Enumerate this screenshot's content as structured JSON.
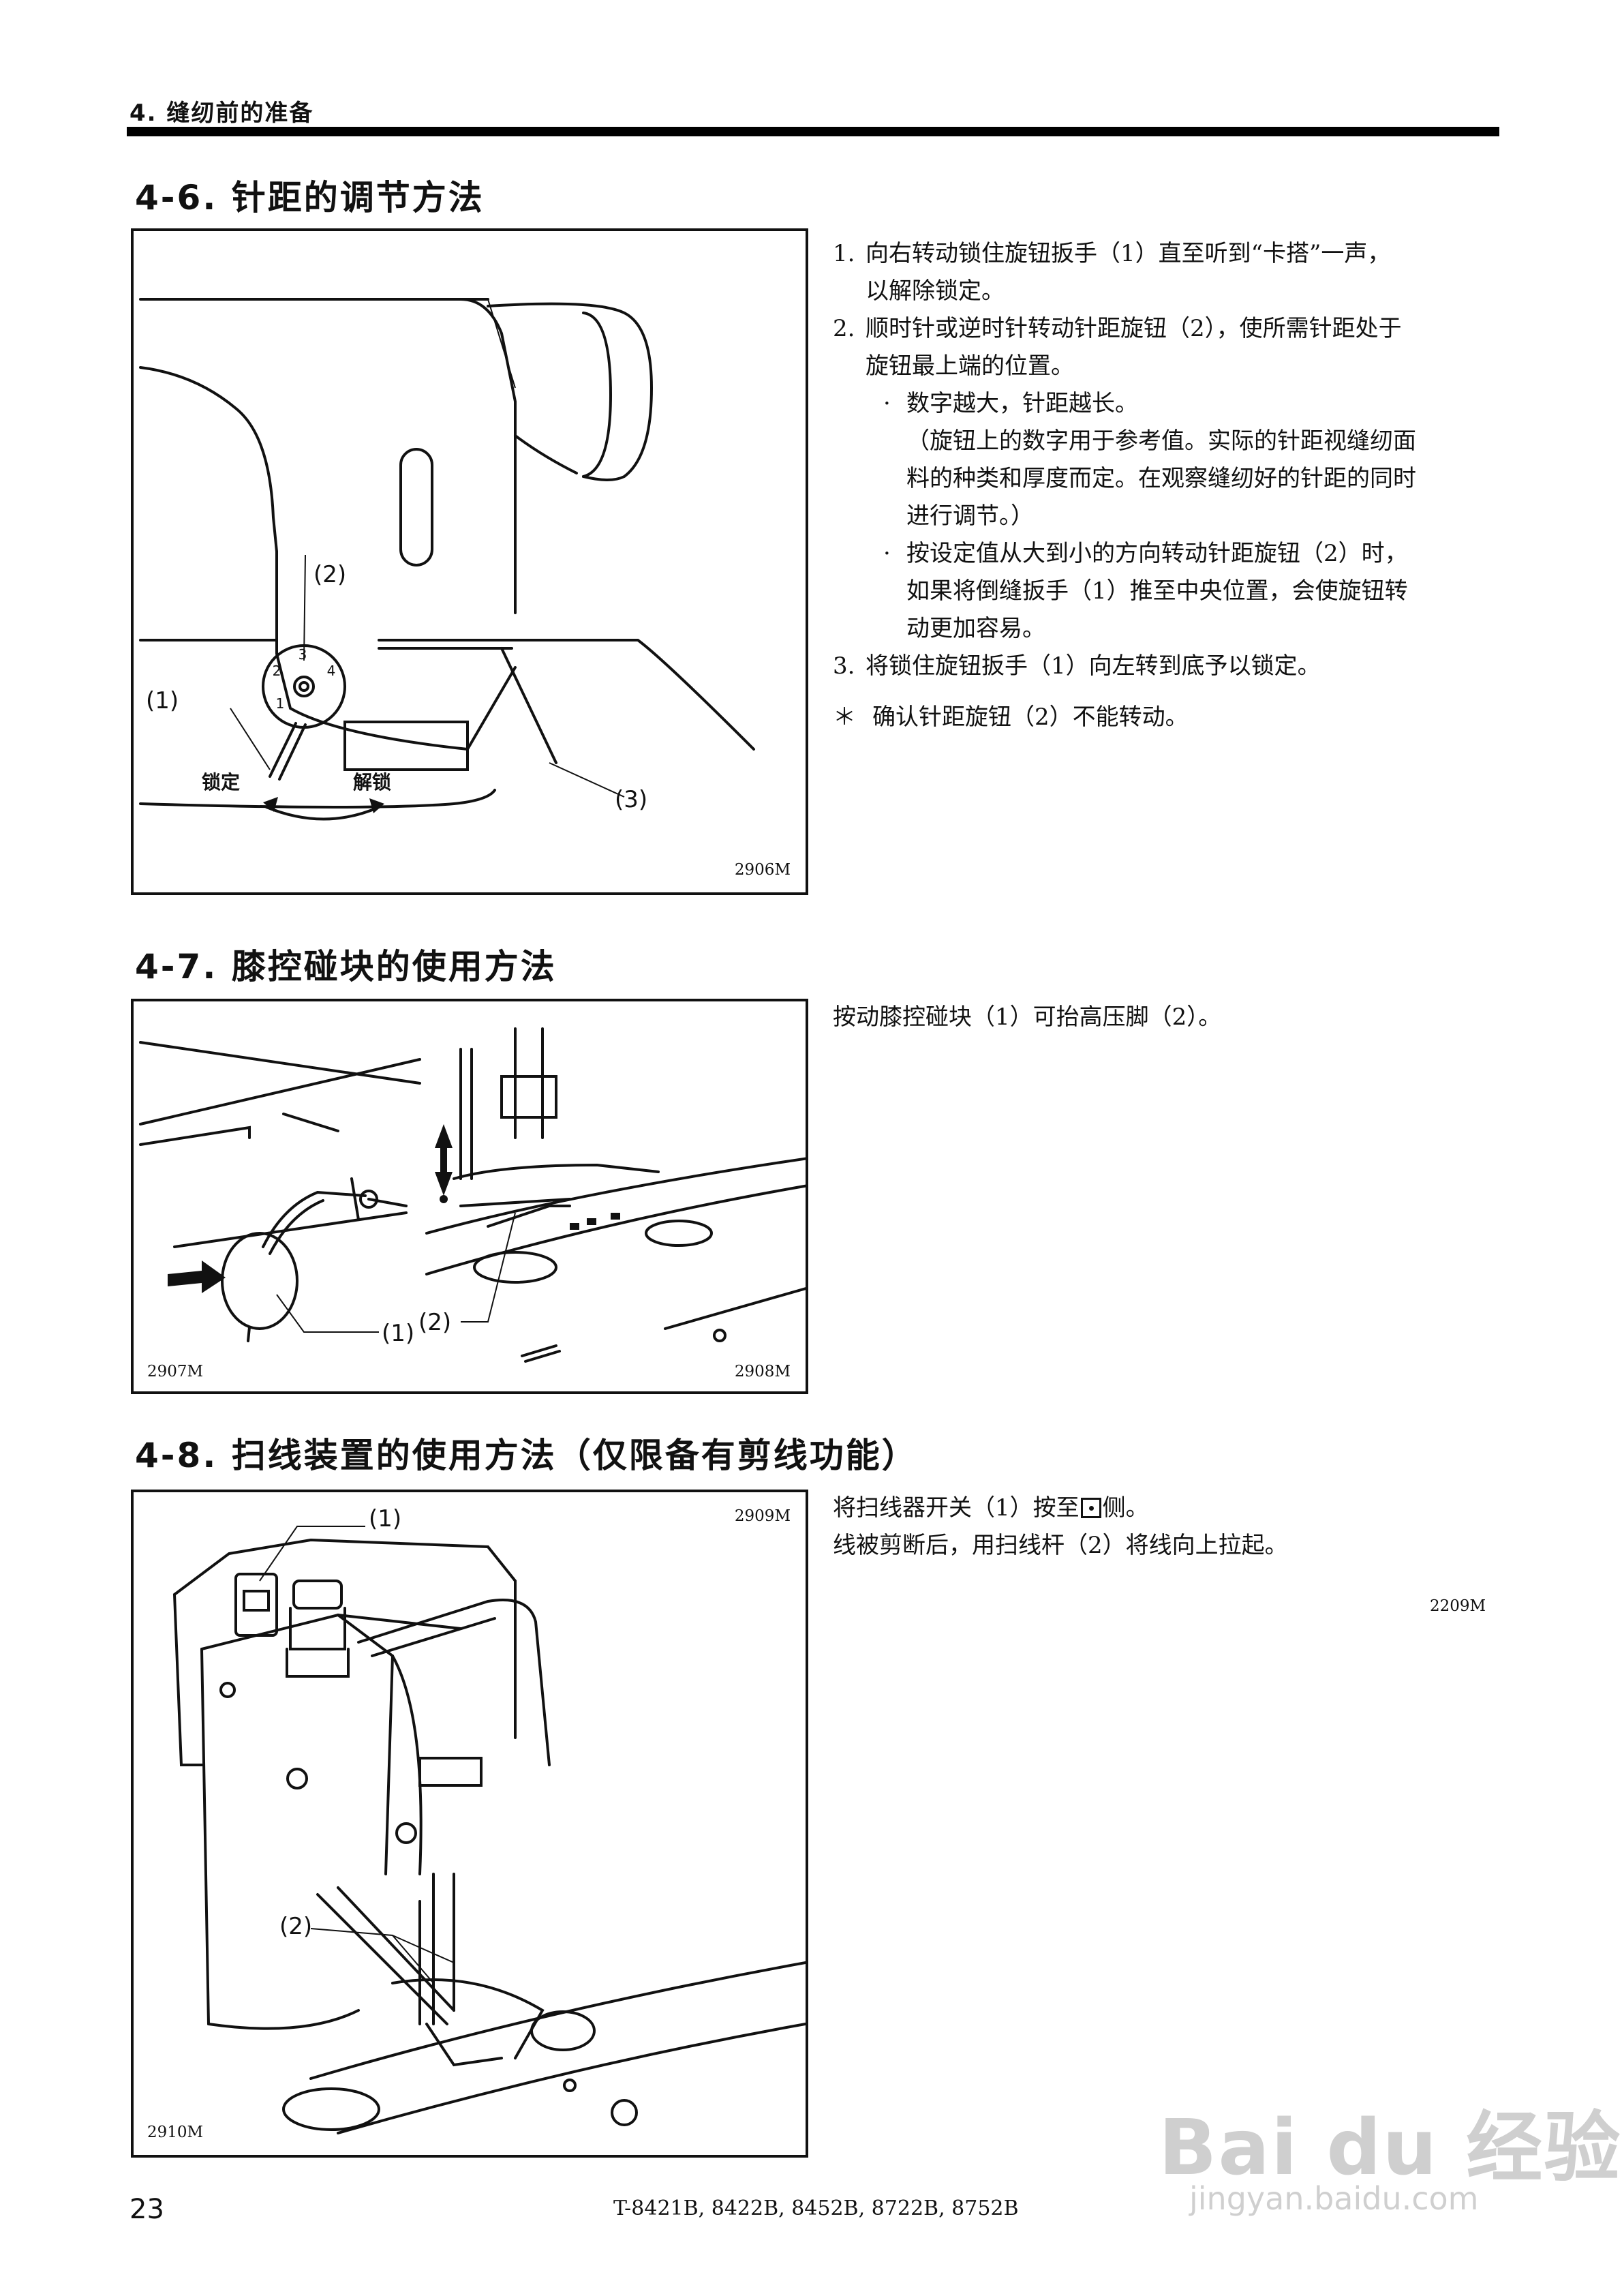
{
  "header": {
    "section_label": "4. 缝纫前的准备"
  },
  "sections": [
    {
      "title": "4-6. 针距的调节方法",
      "figure": {
        "code": "2906M",
        "callouts": [
          "(1)",
          "(2)",
          "(3)"
        ],
        "lock_label": "锁定",
        "unlock_label": "解锁",
        "dial_numbers": [
          "1",
          "2",
          "3",
          "4"
        ]
      },
      "steps": [
        {
          "num": "1.",
          "lines": [
            "向右转动锁住旋钮扳手（1）直至听到“卡搭”一声，",
            "以解除锁定。"
          ]
        },
        {
          "num": "2.",
          "lines": [
            "顺时针或逆时针转动针距旋钮（2），使所需针距处于",
            "旋钮最上端的位置。"
          ]
        }
      ],
      "bullets": [
        {
          "mark": "·",
          "lines": [
            "数字越大，针距越长。",
            "（旋钮上的数字用于参考值。实际的针距视缝纫面",
            "料的种类和厚度而定。在观察缝纫好的针距的同时",
            "进行调节。）"
          ]
        },
        {
          "mark": "·",
          "lines": [
            "按设定值从大到小的方向转动针距旋钮（2）时，",
            "如果将倒缝扳手（1）推至中央位置，会使旋钮转",
            "动更加容易。"
          ]
        }
      ],
      "step3": {
        "num": "3.",
        "text": "将锁住旋钮扳手（1）向左转到底予以锁定。"
      },
      "note": {
        "mark": "＊",
        "text": "确认针距旋钮（2）不能转动。"
      }
    },
    {
      "title": "4-7. 膝控碰块的使用方法",
      "figure": {
        "left_code": "2907M",
        "right_code": "2908M",
        "left_callout": "(1)",
        "right_callout": "(2)"
      },
      "text": "按动膝控碰块（1）可抬高压脚（2）。"
    },
    {
      "title": "4-8. 扫线装置的使用方法（仅限备有剪线功能）",
      "figure": {
        "top_code": "2909M",
        "bottom_code": "2910M",
        "callout_1": "(1)",
        "callout_2": "(2)"
      },
      "line1_before": "将扫线器开关（1）按至",
      "line1_after": "侧。",
      "line2": "线被剪断后，用扫线杆（2）将线向上拉起。",
      "side_code": "2209M"
    }
  ],
  "footer": {
    "page_number": "23",
    "model": "T-8421B, 8422B, 8452B, 8722B, 8752B"
  },
  "watermark": {
    "logo": "Bai du 经验",
    "url": "jingyan.baidu.com"
  }
}
